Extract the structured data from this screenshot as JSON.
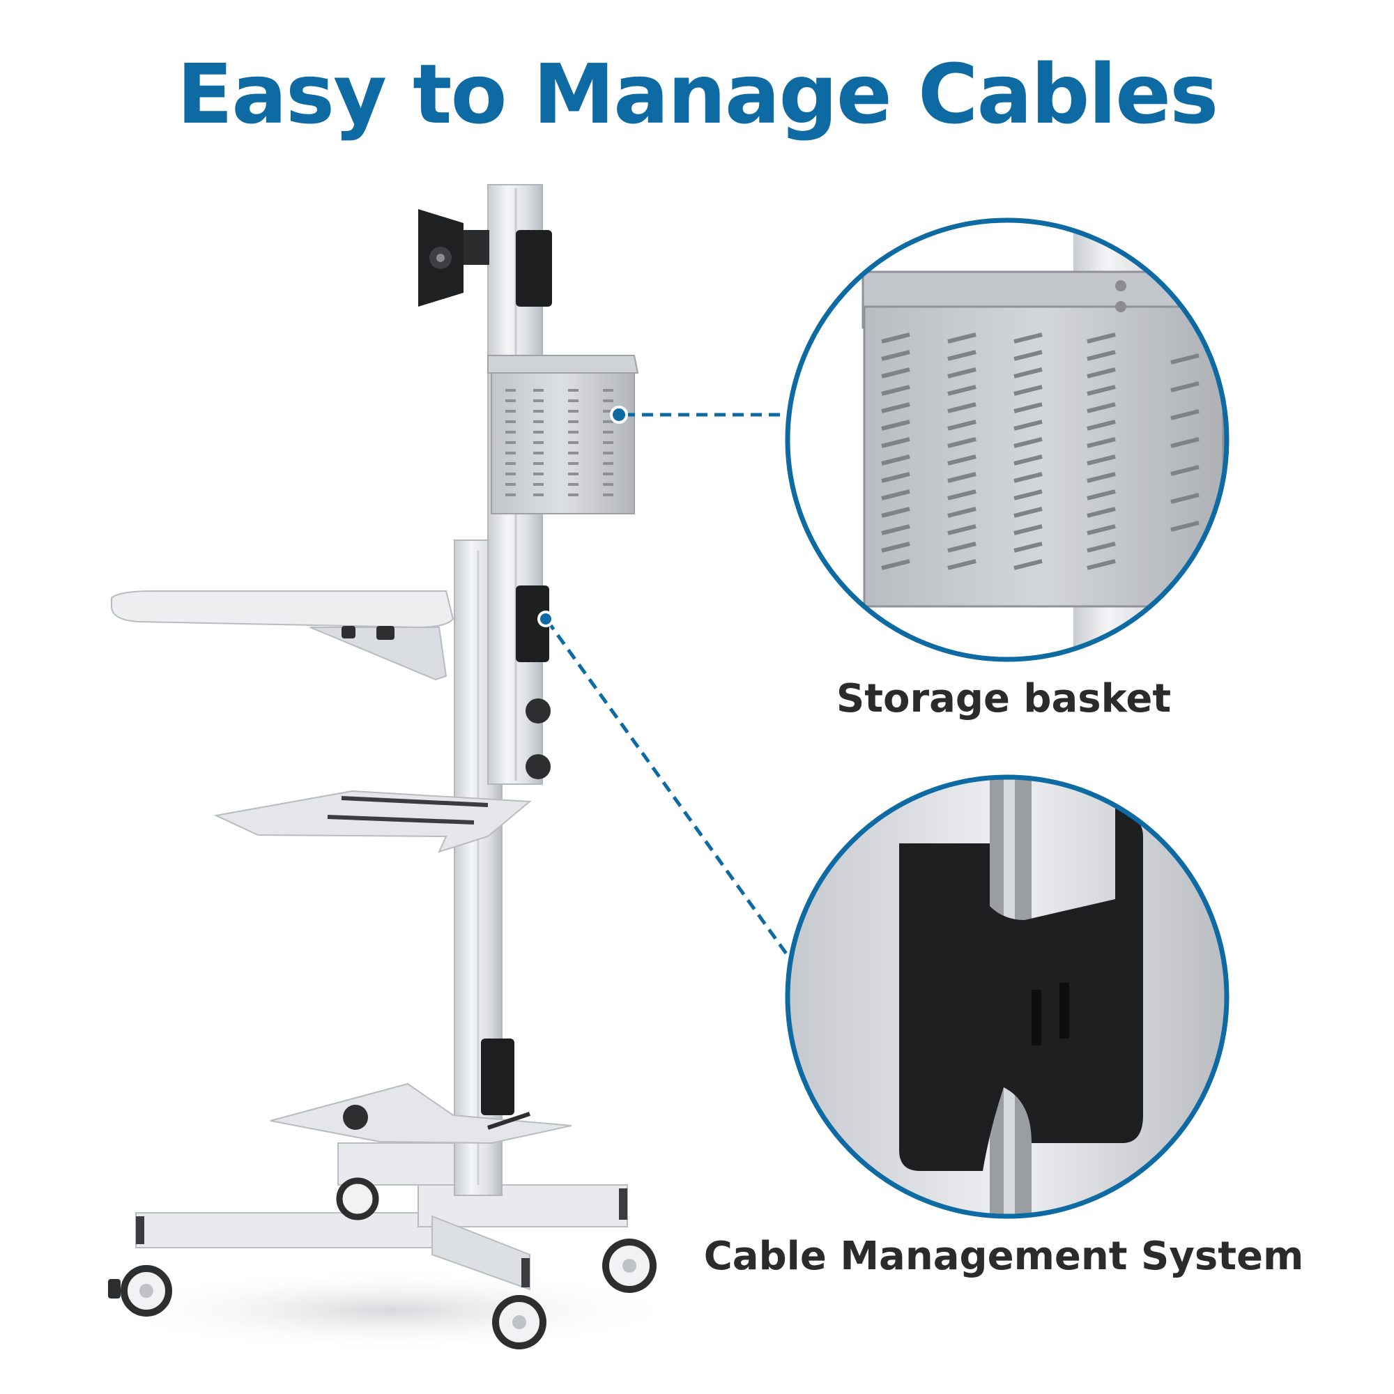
{
  "title": "Easy to Manage Cables",
  "callouts": [
    {
      "label": "Storage basket",
      "icon": "storage-basket-closeup"
    },
    {
      "label": "Cable Management System",
      "icon": "cable-clip-closeup"
    }
  ],
  "colors": {
    "brand_blue": "#0e6aa3",
    "caption_text": "#2b2b2b",
    "frame_silver": "#e4e6e9",
    "clip_black": "#1e1f21"
  }
}
